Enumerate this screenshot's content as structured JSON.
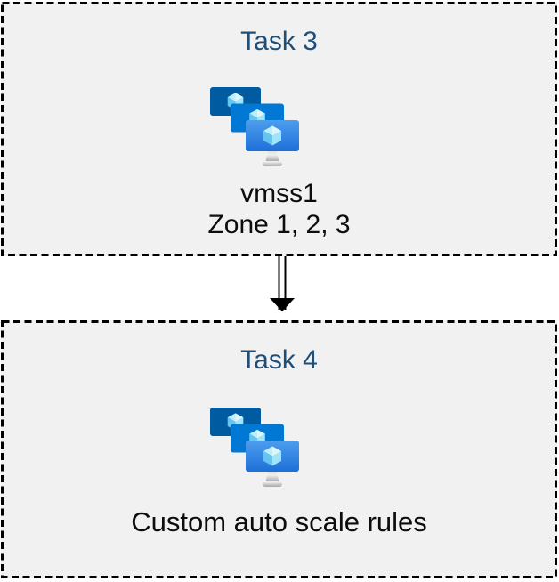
{
  "diagram": {
    "tasks": [
      {
        "title": "Task 3",
        "icon": "vm-scale-sets",
        "lines": [
          "vmss1",
          "Zone 1, 2, 3"
        ]
      },
      {
        "title": "Task 4",
        "icon": "vm-scale-sets",
        "lines": [
          "Custom auto scale rules"
        ]
      }
    ],
    "connector": {
      "from": "Task 3",
      "to": "Task 4",
      "style": "double-line-arrow",
      "direction": "down"
    },
    "colors": {
      "heading_text": "#1F4E79",
      "body_text": "#0D0D0D",
      "box_background": "#F1F1F1",
      "box_border": "#000000",
      "monitor_back": "#005BA1",
      "monitor_middle": "#0078D4",
      "monitor_front_top": "#4D9EEE",
      "monitor_front_bottom": "#1E6FD8",
      "cube_top": "#BDEEFB",
      "cube_top_highlight": "#DDF6FE",
      "cube_left": "#66C4F0",
      "cube_right": "#9FE4FA",
      "stand_gray": "#C9C9C9"
    }
  }
}
